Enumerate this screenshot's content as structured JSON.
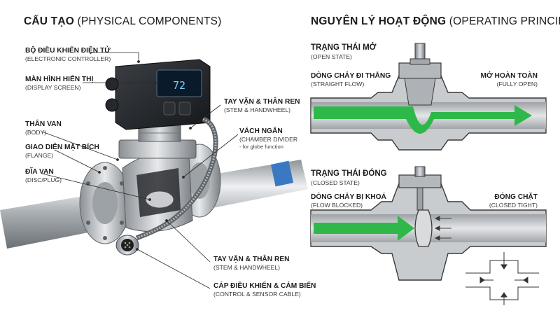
{
  "left_title": {
    "vi": "CẤU TẠO",
    "en": "(PHYSICAL COMPONENTS)"
  },
  "right_title": {
    "vi": "NGUYÊN LÝ HOẠT ĐỘNG",
    "en": "(OPERATING PRINCIPLE)"
  },
  "display_reading": "72",
  "components": {
    "controller": {
      "vi": "BỘ ĐIỀU KHIỂN ĐIỆN TỬ",
      "en": "(ELECTRONIC CONTROLLER)"
    },
    "display": {
      "vi": "MÀN HÌNH HIỂN THỊ",
      "en": "(DISPLAY SCREEN)"
    },
    "body": {
      "vi": "THÂN VAN",
      "en": "(BODY)"
    },
    "flange": {
      "vi": "GIAO DIỆN MẶT BÍCH",
      "en": "(FLANGE)"
    },
    "disc": {
      "vi": "ĐĨA VAN",
      "en": "(DISC/PLUG)"
    },
    "stem_top": {
      "vi": "TAY VẶN & THÂN REN",
      "en": "(STEM & HANDWHEEL)"
    },
    "divider": {
      "vi": "VÁCH NGĂN",
      "en": "(CHAMBER DIVIDER",
      "note": "- for globe function"
    },
    "stem_bottom": {
      "vi": "TAY VẶN & THÂN REN",
      "en": "(STEM & HANDWHEEL)"
    },
    "cable": {
      "vi": "CÁP ĐIỀU KHIỂN & CẢM BIẾN",
      "en": "(CONTROL & SENSOR CABLE)"
    }
  },
  "open_state": {
    "title": {
      "vi": "TRẠNG THÁI MỞ",
      "en": "(OPEN STATE)"
    },
    "left": {
      "vi": "DÒNG CHẢY ĐI THẲNG",
      "en": "(STRAIGHT FLOW)"
    },
    "right": {
      "vi": "MỞ HOÀN TOÀN",
      "en": "(FULLY OPEN)"
    }
  },
  "closed_state": {
    "title": {
      "vi": "TRẠNG THÁI ĐÓNG",
      "en": "(CLOSED STATE)"
    },
    "left": {
      "vi": "DÒNG CHẢY BỊ KHOÁ",
      "en": "(FLOW BLOCKED)"
    },
    "right": {
      "vi": "ĐÓNG CHẶT",
      "en": "(CLOSED TIGHT)"
    }
  },
  "colors": {
    "flow": "#2fb84a",
    "metal": "#b8bcc0",
    "pipe_inner": "#d7d9db",
    "line": "#3a3a3a",
    "cable_blue": "#3a78c2",
    "screen_text": "#6fd3ff"
  }
}
